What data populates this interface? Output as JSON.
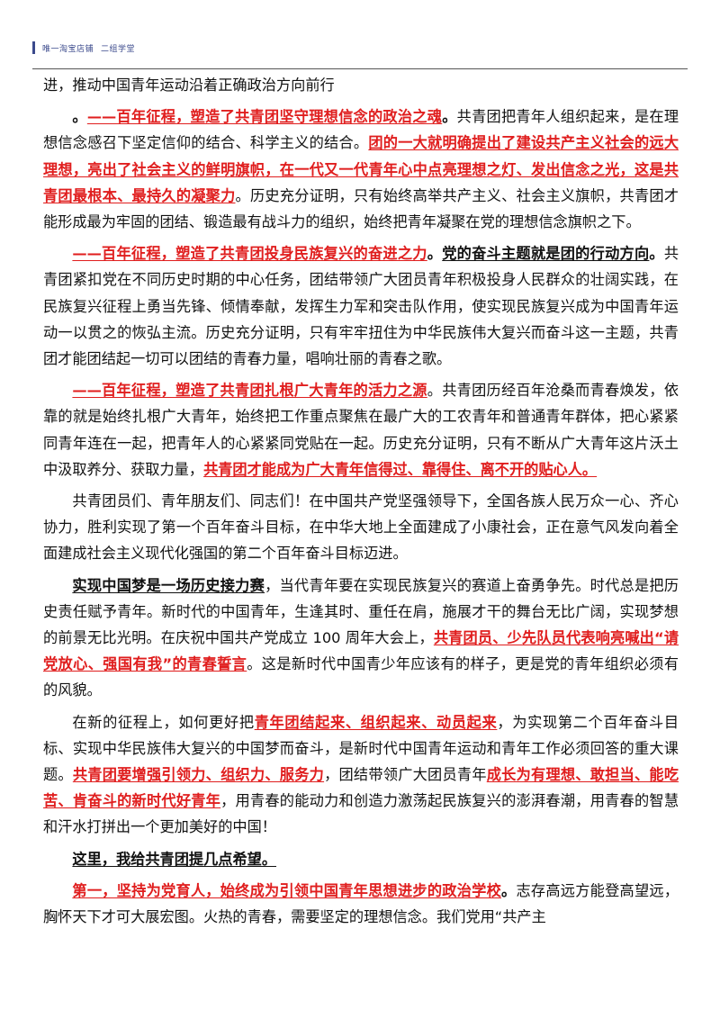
{
  "header": {
    "shop": "唯一淘宝店铺",
    "team": "二组学堂"
  },
  "paragraphs": [
    {
      "cls": "first",
      "runs": [
        {
          "s": "n",
          "t": "进，推动中国青年运动沿着正确政治方向前行"
        }
      ]
    },
    {
      "runs": [
        {
          "s": "b",
          "t": "。"
        },
        {
          "s": "r",
          "t": "——百年征程，塑造了共青团坚守理想信念的政治之魂"
        },
        {
          "s": "b",
          "t": "。"
        },
        {
          "s": "n",
          "t": "共青团把青年人组织起来，是在理想信念感召下坚定信仰的结合、科学主义的结合。"
        },
        {
          "s": "r",
          "t": "团的一大就明确提出了建设共产主义社会的远大理想，亮出了社会主义的鲜明旗帜，在一代又一代青年心中点亮理想之灯、发出信念之光，这是共青团最根本、最持久的凝聚力"
        },
        {
          "s": "n",
          "t": "。历史充分证明，只有始终高举共产主义、社会主义旗帜，共青团才能形成最为牢固的团结、锻造最有战斗力的组织，始终把青年凝聚在党的理想信念旗帜之下。"
        }
      ]
    },
    {
      "runs": [
        {
          "s": "r",
          "t": "——百年征程，塑造了共青团投身民族复兴的奋进之力"
        },
        {
          "s": "b",
          "t": "。"
        },
        {
          "s": "k",
          "t": "党的奋斗主题就是团的行动方向"
        },
        {
          "s": "b",
          "t": "。"
        },
        {
          "s": "n",
          "t": "共青团紧扣党在不同历史时期的中心任务，团结带领广大团员青年积极投身人民群众的壮阔实践，在民族复兴征程上勇当先锋、倾情奉献，发挥生力军和突击队作用，使实现民族复兴成为中国青年运动一以贯之的恢弘主流。历史充分证明，只有牢牢扭住为中华民族伟大复兴而奋斗这一主题，共青团才能团结起一切可以团结的青春力量，唱响壮丽的青春之歌。"
        }
      ]
    },
    {
      "runs": [
        {
          "s": "r",
          "t": "——百年征程，塑造了共青团扎根广大青年的活力之源"
        },
        {
          "s": "n",
          "t": "。共青团历经百年沧桑而青春焕发，依靠的就是始终扎根广大青年，始终把工作重点聚焦在最广大的工农青年和普通青年群体，把心紧紧同青年连在一起，把青年人的心紧紧同党贴在一起。历史充分证明，只有不断从广大青年这片沃土中汲取养分、获取力量，"
        },
        {
          "s": "r",
          "t": "共青团才能成为广大青年信得过、靠得住、离不开的贴心人。"
        }
      ]
    },
    {
      "runs": [
        {
          "s": "n",
          "t": "共青团员们、青年朋友们、同志们！在中国共产党坚强领导下，全国各族人民万众一心、齐心协力，胜利实现了第一个百年奋斗目标，在中华大地上全面建成了小康社会，正在意气风发向着全面建成社会主义现代化强国的第二个百年奋斗目标迈进。"
        }
      ]
    },
    {
      "runs": [
        {
          "s": "k",
          "t": "实现中国梦是一场历史接力赛"
        },
        {
          "s": "n",
          "t": "，当代青年要在实现民族复兴的赛道上奋勇争先。时代总是把历史责任赋予青年。新时代的中国青年，生逢其时、重任在肩，施展才干的舞台无比广阔，实现梦想的前景无比光明。在庆祝中国共产党成立 100 周年大会上，"
        },
        {
          "s": "r",
          "t": "共青团员、少先队员代表响亮喊出“请党放心、强国有我”的青春誓言"
        },
        {
          "s": "n",
          "t": "。这是新时代中国青少年应该有的样子，更是党的青年组织必须有的风貌。"
        }
      ]
    },
    {
      "runs": [
        {
          "s": "n",
          "t": "在新的征程上，如何更好把"
        },
        {
          "s": "r",
          "t": "青年团结起来、组织起来、动员起来"
        },
        {
          "s": "n",
          "t": "，为实现第二个百年奋斗目标、实现中华民族伟大复兴的中国梦而奋斗，是新时代中国青年运动和青年工作必须回答的重大课题。"
        },
        {
          "s": "r",
          "t": "共青团要增强引领力、组织力、服务力"
        },
        {
          "s": "n",
          "t": "，团结带领广大团员青年"
        },
        {
          "s": "r",
          "t": "成长为有理想、敢担当、能吃苦、肯奋斗的新时代好青年"
        },
        {
          "s": "n",
          "t": "，用青春的能动力和创造力激荡起民族复兴的澎湃春潮，用青春的智慧和汗水打拼出一个更加美好的中国！"
        }
      ]
    },
    {
      "runs": [
        {
          "s": "k",
          "t": "这里，我给共青团提几点希望。"
        }
      ]
    },
    {
      "runs": [
        {
          "s": "r",
          "t": "第一，坚持为党育人，始终成为引领中国青年思想进步的政治学校"
        },
        {
          "s": "b",
          "t": "。"
        },
        {
          "s": "n",
          "t": "志存高远方能登高望远，胸怀天下才可大展宏图。火热的青春，需要坚定的理想信念。我们党用“共产主"
        }
      ]
    }
  ]
}
